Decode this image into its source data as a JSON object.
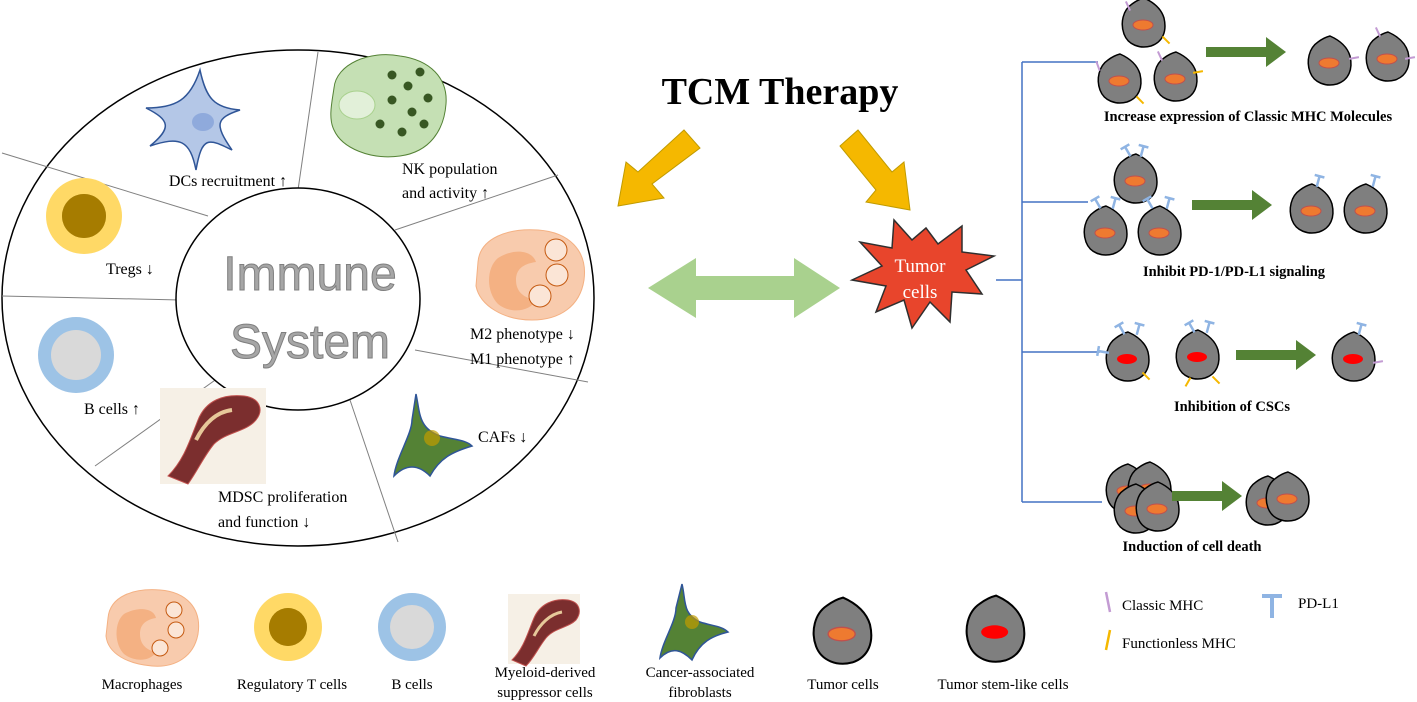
{
  "title": "TCM Therapy",
  "immune_system": {
    "line1": "Immune",
    "line2": "System",
    "segments": {
      "dcs": "DCs recruitment ↑",
      "nk_line1": "NK population",
      "nk_line2": "and activity ↑",
      "m2": "M2 phenotype ↓",
      "m1": "M1 phenotype ↑",
      "cafs": "CAFs ↓",
      "mdsc_line1": "MDSC proliferation",
      "mdsc_line2": "and function ↓",
      "bcells": "B cells ↑",
      "tregs": "Tregs ↓"
    }
  },
  "tumor": {
    "line1": "Tumor",
    "line2": "cells"
  },
  "mechanisms": {
    "mhc": "Increase expression of Classic MHC Molecules",
    "pd": "Inhibit PD-1/PD-L1 signaling",
    "csc": "Inhibition of CSCs",
    "death": "Induction of cell death"
  },
  "legend": {
    "macrophages": "Macrophages",
    "tregs": "Regulatory T cells",
    "bcells": "B cells",
    "mdsc_line1": "Myeloid-derived",
    "mdsc_line2": "suppressor cells",
    "caf_line1": "Cancer-associated",
    "caf_line2": "fibroblasts",
    "tumor": "Tumor cells",
    "stem": "Tumor stem-like cells",
    "classic_mhc": "Classic MHC",
    "pdl1": "PD-L1",
    "functionless_mhc": "Functionless MHC"
  },
  "colors": {
    "orange_arrow": "#f5b800",
    "green_arrow": "#548235",
    "double_arrow": "#a9d18e",
    "tumor_star": "#e8452c",
    "bracket": "#4472c4",
    "classic_mhc": "#c39bd3",
    "functionless_mhc": "#f5b800",
    "pdl1": "#8fb4e3"
  }
}
